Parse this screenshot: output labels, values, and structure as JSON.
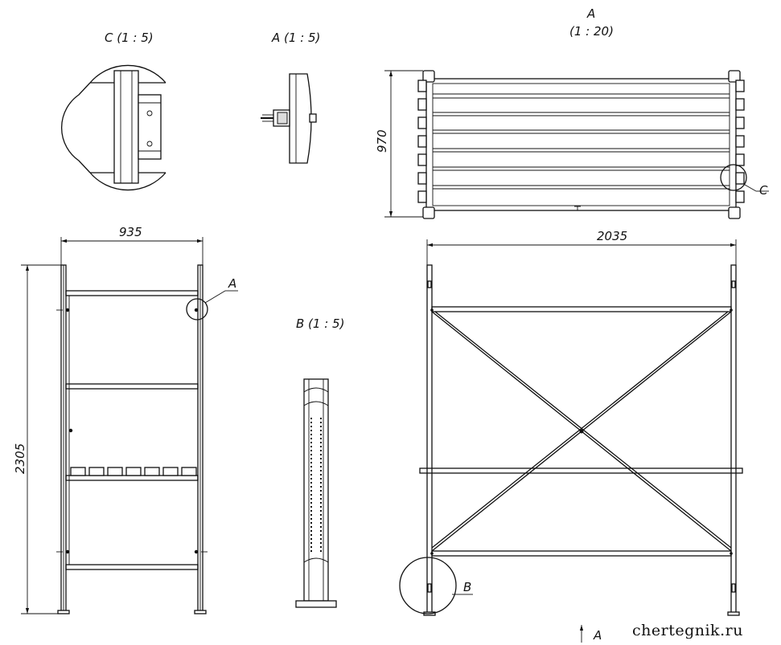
{
  "views": {
    "c_detail": {
      "label": "C (1 : 5)"
    },
    "a_detail": {
      "label": "A (1 : 5)"
    },
    "a_plan": {
      "label": "A",
      "scale": "(1 : 20)",
      "callout": "C"
    },
    "b_detail": {
      "label": "B (1 : 5)"
    },
    "front_view": {
      "callout": "A"
    },
    "side_view": {
      "callout": "B"
    },
    "arrow_view": {
      "label": "A"
    }
  },
  "dimensions": {
    "plan_depth": "970",
    "front_width": "935",
    "front_height": "2305",
    "side_width": "2035"
  },
  "watermark": "chertegnik.ru"
}
